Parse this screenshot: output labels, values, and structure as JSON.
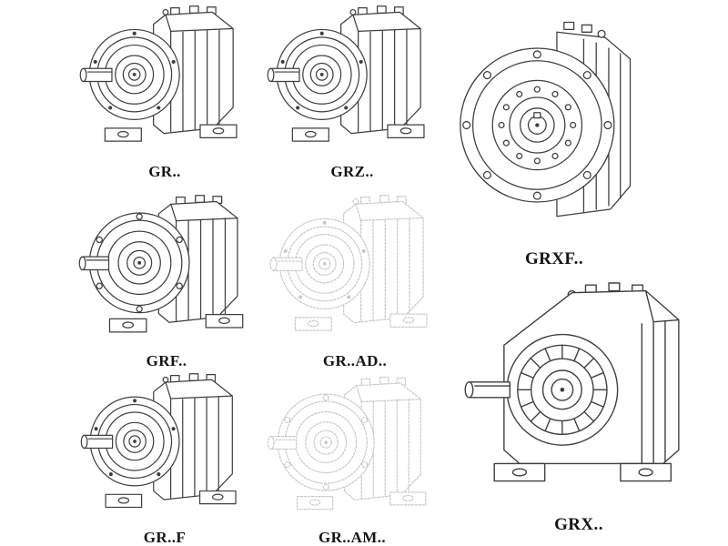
{
  "labels": {
    "gr": "GR..",
    "grz": "GRZ..",
    "grxf": "GRXF..",
    "grf": "GRF..",
    "gr_ad": "GR..AD..",
    "gr_f": "GR..F",
    "gr_am": "GR..AM..",
    "grx": "GRX.."
  },
  "colors": {
    "line": "#3f3f3f",
    "ghost_line": "#c9c9c9",
    "background": "#ffffff",
    "label_text": "#141414"
  },
  "icons": {
    "gearbox_side": "helical-gear-reducer-foot-mounted-drawing",
    "gearbox_flange": "helical-gear-reducer-flange-mounted-drawing",
    "gearbox_front_flange": "helical-gear-reducer-front-flange-drawing",
    "gearbox_grx": "helical-gear-reducer-large-foot-mounted-drawing"
  }
}
